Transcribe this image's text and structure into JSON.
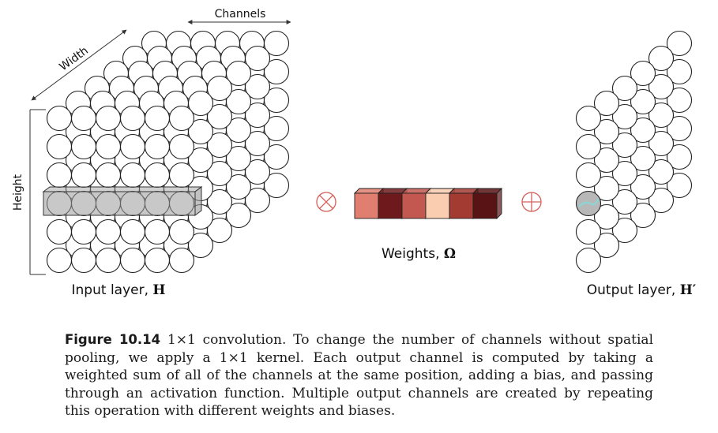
{
  "labels": {
    "channels": "Channels",
    "width": "Width",
    "height": "Height",
    "input_text": "Input layer, ",
    "input_symbol": "H",
    "weights_text": "Weights, ",
    "weights_symbol": "Ω",
    "output_text": "Output layer, ",
    "output_symbol": "H′"
  },
  "operators": {
    "multiply": "⊗",
    "add": "⊕"
  },
  "weights": {
    "colors": [
      "#e07f70",
      "#6e1a1c",
      "#c2584f",
      "#fbcdb0",
      "#a43b33",
      "#5a1315"
    ]
  },
  "colors": {
    "operator": "#d4605a",
    "highlight": "#9a9a9a",
    "output_highlight": "#b8b8b8",
    "output_stroke": "#8fd3d3"
  },
  "caption": {
    "label": "Figure 10.14",
    "text": "1×1 convolution. To change the number of channels without spatial pooling, we apply a 1×1 kernel. Each output channel is computed by taking a weighted sum of all of the channels at the same position, adding a bias, and passing through an activation function. Multiple output channels are created by repeating this operation with different weights and biases."
  }
}
